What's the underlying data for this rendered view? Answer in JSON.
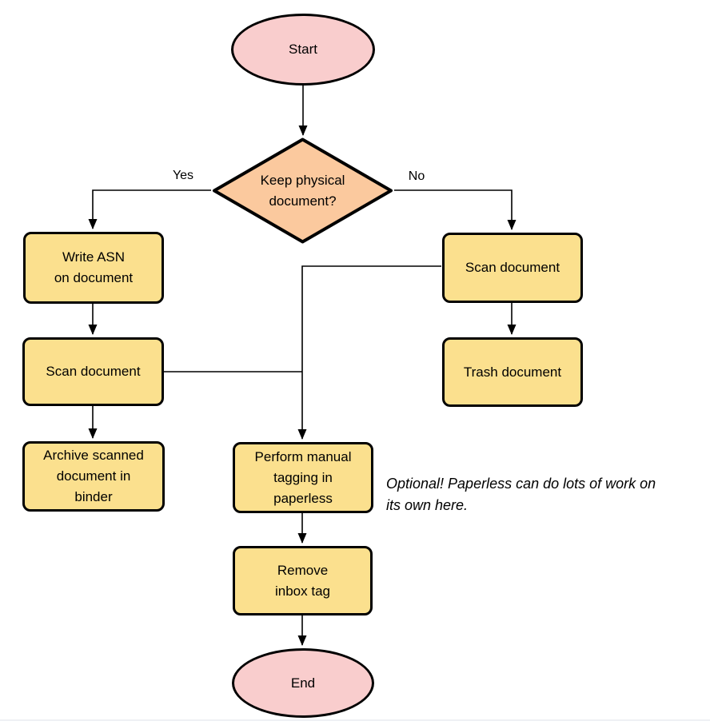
{
  "colors": {
    "process_fill": "#FBE08E",
    "decision_fill": "#FBC99E",
    "terminal_fill": "#F9CDCD",
    "stroke": "#000000",
    "edge": "#000000",
    "divider": "#EEF0F4"
  },
  "nodes": {
    "start": {
      "label": "Start",
      "type": "terminal"
    },
    "decision": {
      "label": "Keep physical\ndocument?",
      "type": "decision"
    },
    "write_asn": {
      "label": "Write ASN\non document",
      "type": "process"
    },
    "scan_left": {
      "label": "Scan document",
      "type": "process"
    },
    "archive": {
      "label": "Archive scanned\ndocument in\nbinder",
      "type": "process"
    },
    "scan_right": {
      "label": "Scan document",
      "type": "process"
    },
    "trash": {
      "label": "Trash document",
      "type": "process"
    },
    "perform": {
      "label": "Perform manual\ntagging in\npaperless",
      "type": "process"
    },
    "remove": {
      "label": "Remove\ninbox tag",
      "type": "process"
    },
    "end": {
      "label": "End",
      "type": "terminal"
    }
  },
  "edge_labels": {
    "yes": "Yes",
    "no": "No"
  },
  "annotation": {
    "text": "Optional! Paperless can do lots of work on\nits own here."
  }
}
